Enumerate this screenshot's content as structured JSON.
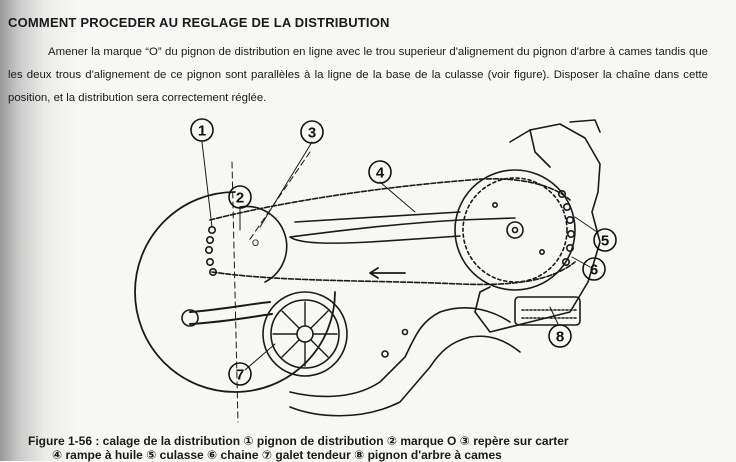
{
  "heading": "COMMENT PROCEDER AU REGLAGE DE LA DISTRIBUTION",
  "paragraph": "Amener la marque “O” du pignon de distribution en ligne avec le trou superieur d'alignement du pignon d'arbre à cames tandis que les deux trous d'alignement de ce pignon sont parallèles à la ligne de la base de la culasse (voir figure). Disposer la chaîne dans cette position, et la distribution sera correctement réglée.",
  "figure": {
    "callouts": [
      {
        "number": "1"
      },
      {
        "number": "2"
      },
      {
        "number": "3"
      },
      {
        "number": "4"
      },
      {
        "number": "5"
      },
      {
        "number": "6"
      },
      {
        "number": "7"
      },
      {
        "number": "8"
      }
    ],
    "mark_o": "O"
  },
  "caption": {
    "line1": "Figure 1-56 : calage de la distribution ① pignon de distribution ② marque O ③ repère sur carter",
    "line2": "④ rampe à huile ⑤ culasse ⑥ chaine ⑦ galet tendeur ⑧ pignon d'arbre à cames"
  }
}
